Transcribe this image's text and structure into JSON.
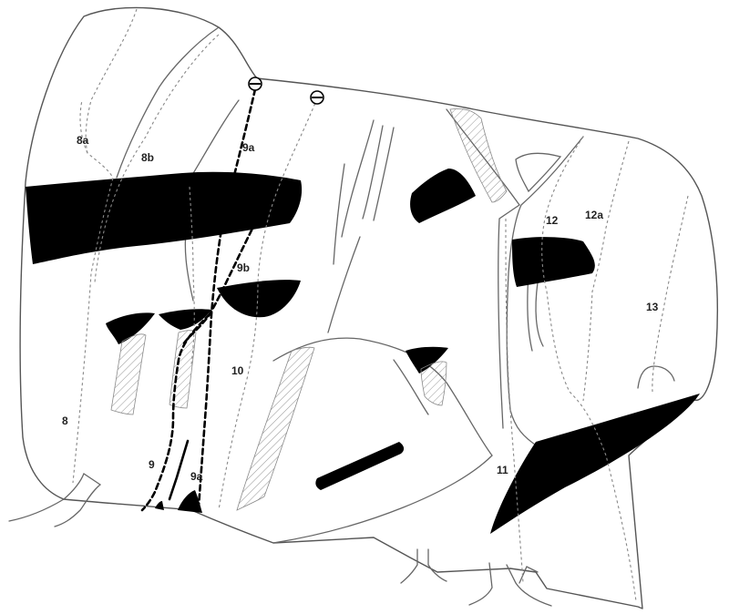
{
  "labels": {
    "r8": "8",
    "r8a": "8a",
    "r8b": "8b",
    "r9": "9",
    "r9a_top": "9a",
    "r9a_bottom": "9a",
    "r9b": "9b",
    "r10": "10",
    "r11": "11",
    "r12": "12",
    "r12a": "12a",
    "r13": "13"
  },
  "colors": {
    "rock_fill": "#000000",
    "outline": "#555555",
    "route_dotted": "#888888",
    "route_highlight": "#000000"
  },
  "icons": {
    "anchor": "lowering-off-anchor-icon"
  }
}
